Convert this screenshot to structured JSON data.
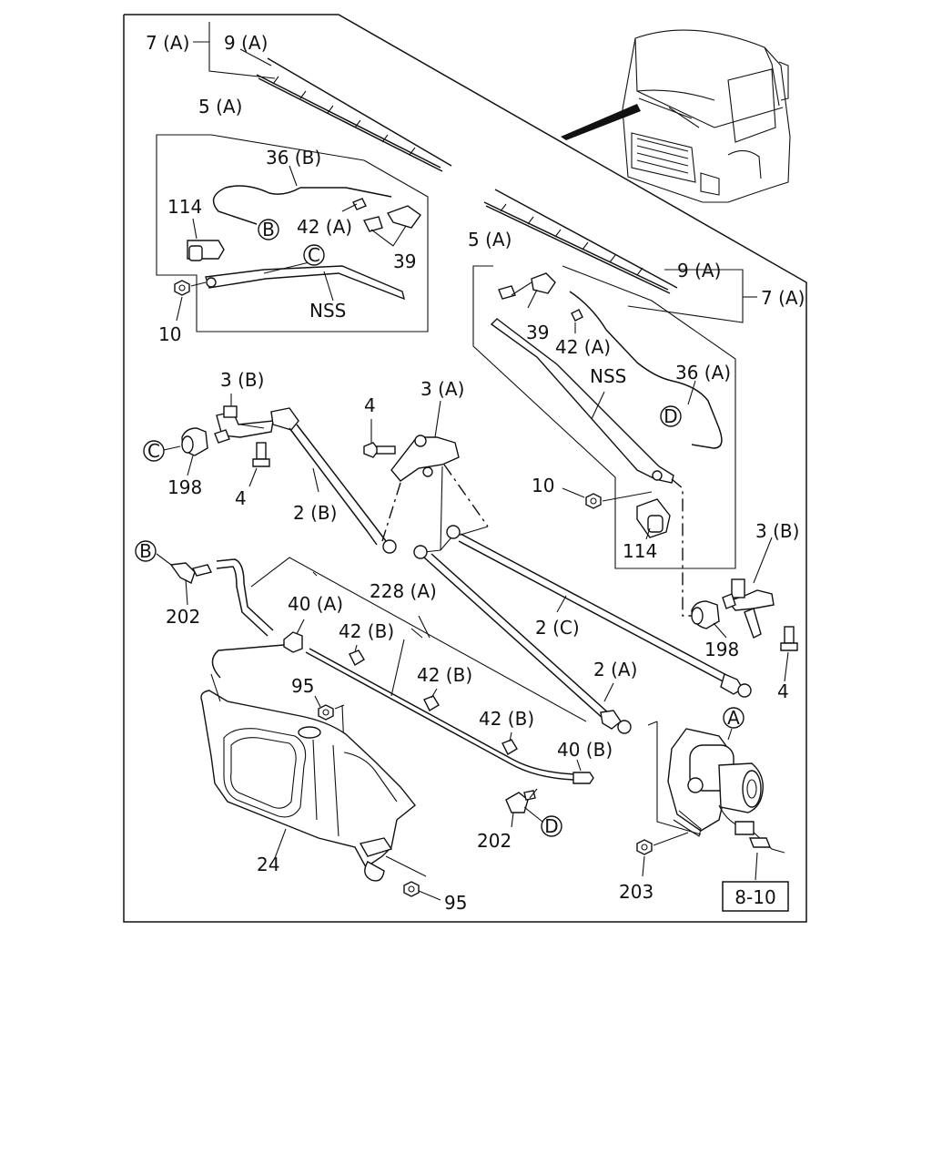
{
  "callouts": {
    "p7a_top": "7 (A)",
    "p9a_top": "9 (A)",
    "p5a_left": "5 (A)",
    "p36b": "36 (B)",
    "p114_left": "114",
    "p42a_left": "42 (A)",
    "p39_left": "39",
    "p10_left": "10",
    "nss_left": "NSS",
    "p5a_right": "5 (A)",
    "p9a_right": "9 (A)",
    "p7a_right": "7 (A)",
    "p39_right": "39",
    "p42a_right": "42 (A)",
    "p36a": "36 (A)",
    "nss_right": "NSS",
    "p3b_left": "3 (B)",
    "p4_a": "4",
    "p3a": "3 (A)",
    "p198_left": "198",
    "p4_b": "4",
    "p2b": "2 (B)",
    "p10_right": "10",
    "p114_right": "114",
    "p3b_right": "3 (B)",
    "p202_left": "202",
    "p40a": "40 (A)",
    "p228a": "228 (A)",
    "p42b_1": "42 (B)",
    "p2c": "2 (C)",
    "p198_right": "198",
    "p95_upper": "95",
    "p42b_2": "42 (B)",
    "p2a": "2 (A)",
    "p4_c": "4",
    "p42b_3": "42 (B)",
    "p40b": "40 (B)",
    "p202_right": "202",
    "p24": "24",
    "p95_lower": "95",
    "p203": "203",
    "ref_box": "8-10"
  },
  "connectors": {
    "a_motor": "A",
    "b_hose_top": "B",
    "b_hose_left": "B",
    "c_arm": "C",
    "c_pivot": "C",
    "d_hose": "D",
    "d_nozzle": "D"
  }
}
